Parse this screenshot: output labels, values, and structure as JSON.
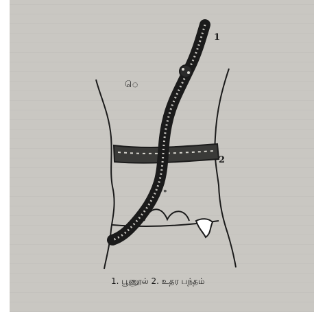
{
  "figure": {
    "labels": {
      "thread": "1",
      "waist_band": "2",
      "chest_mark": "ெ",
      "belly_mark": "॰"
    },
    "caption": "1. பூணூல் 2. உதர பந்தம்"
  },
  "colors": {
    "paper": "#c9c7c2",
    "ink": "#1b1b1b"
  }
}
